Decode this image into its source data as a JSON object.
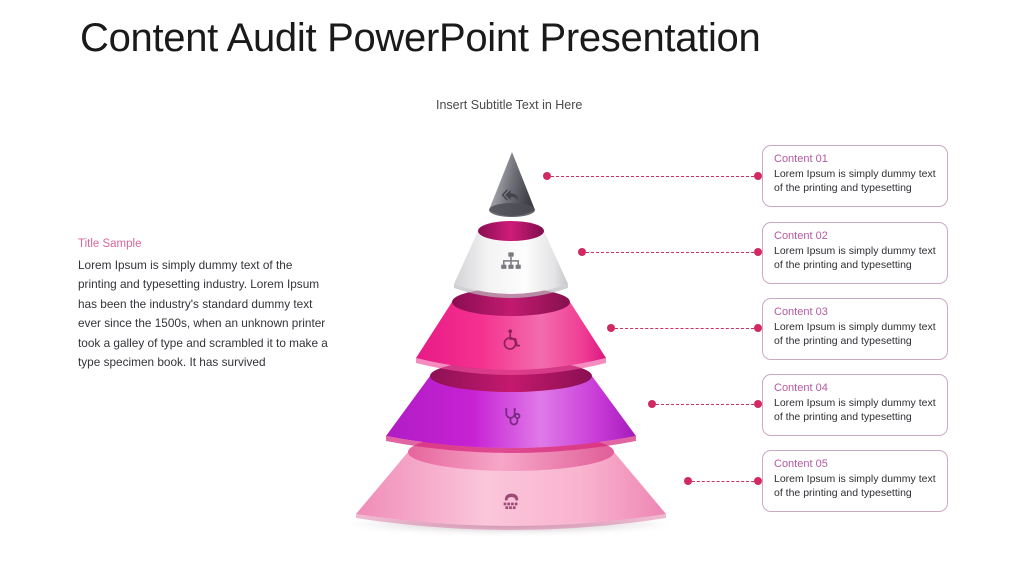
{
  "slide": {
    "title": "Content Audit PowerPoint Presentation",
    "subtitle": "Insert Subtitle Text in Here"
  },
  "left_block": {
    "title": "Title Sample",
    "body": "Lorem Ipsum is simply dummy text of the printing and typesetting industry. Lorem Ipsum has been the industry's standard dummy text ever since the 1500s, when an unknown printer took a galley of type and scrambled it to make a type specimen book. It has survived"
  },
  "cards": [
    {
      "title": "Content 01",
      "body": "Lorem Ipsum is simply dummy text of the printing and typesetting"
    },
    {
      "title": "Content 02",
      "body": "Lorem Ipsum is simply dummy text of the printing and typesetting"
    },
    {
      "title": "Content 03",
      "body": "Lorem Ipsum is simply dummy text of the printing and typesetting"
    },
    {
      "title": "Content 04",
      "body": "Lorem Ipsum is simply dummy text of the printing and typesetting"
    },
    {
      "title": "Content 05",
      "body": "Lorem Ipsum is simply dummy text of the printing and typesetting"
    }
  ],
  "pyramid": {
    "levels": [
      {
        "name": "level-1-cone",
        "icon": "reply-arrow-icon",
        "color_top": "#8d8d95",
        "color_bottom": "#4a4a52",
        "icon_color": "#45454c"
      },
      {
        "name": "level-2-tier",
        "icon": "org-chart-icon",
        "color_top": "#ffffff",
        "color_bottom": "#cfcfd2",
        "icon_color": "#7a7a80"
      },
      {
        "name": "level-3-tier",
        "icon": "wheelchair-icon",
        "color_top": "#f0258c",
        "color_bottom": "#e8449a",
        "icon_color": "#8e2258"
      },
      {
        "name": "level-4-tier",
        "icon": "stethoscope-icon",
        "color_top": "#c41fd0",
        "color_bottom": "#d36ae0",
        "icon_color": "#7b2a84"
      },
      {
        "name": "level-5-tier",
        "icon": "keyboard-phone-icon",
        "color_top": "#f7a0c4",
        "color_bottom": "#fbc5da",
        "icon_color": "#9c4a74"
      }
    ],
    "disc_dark": "#9d1359",
    "disc_light": "#d5257e"
  },
  "colors": {
    "accent_pink": "#d12a62",
    "card_border": "#cba8c4",
    "card_title": "#b459a3",
    "left_title": "#d4689a"
  }
}
